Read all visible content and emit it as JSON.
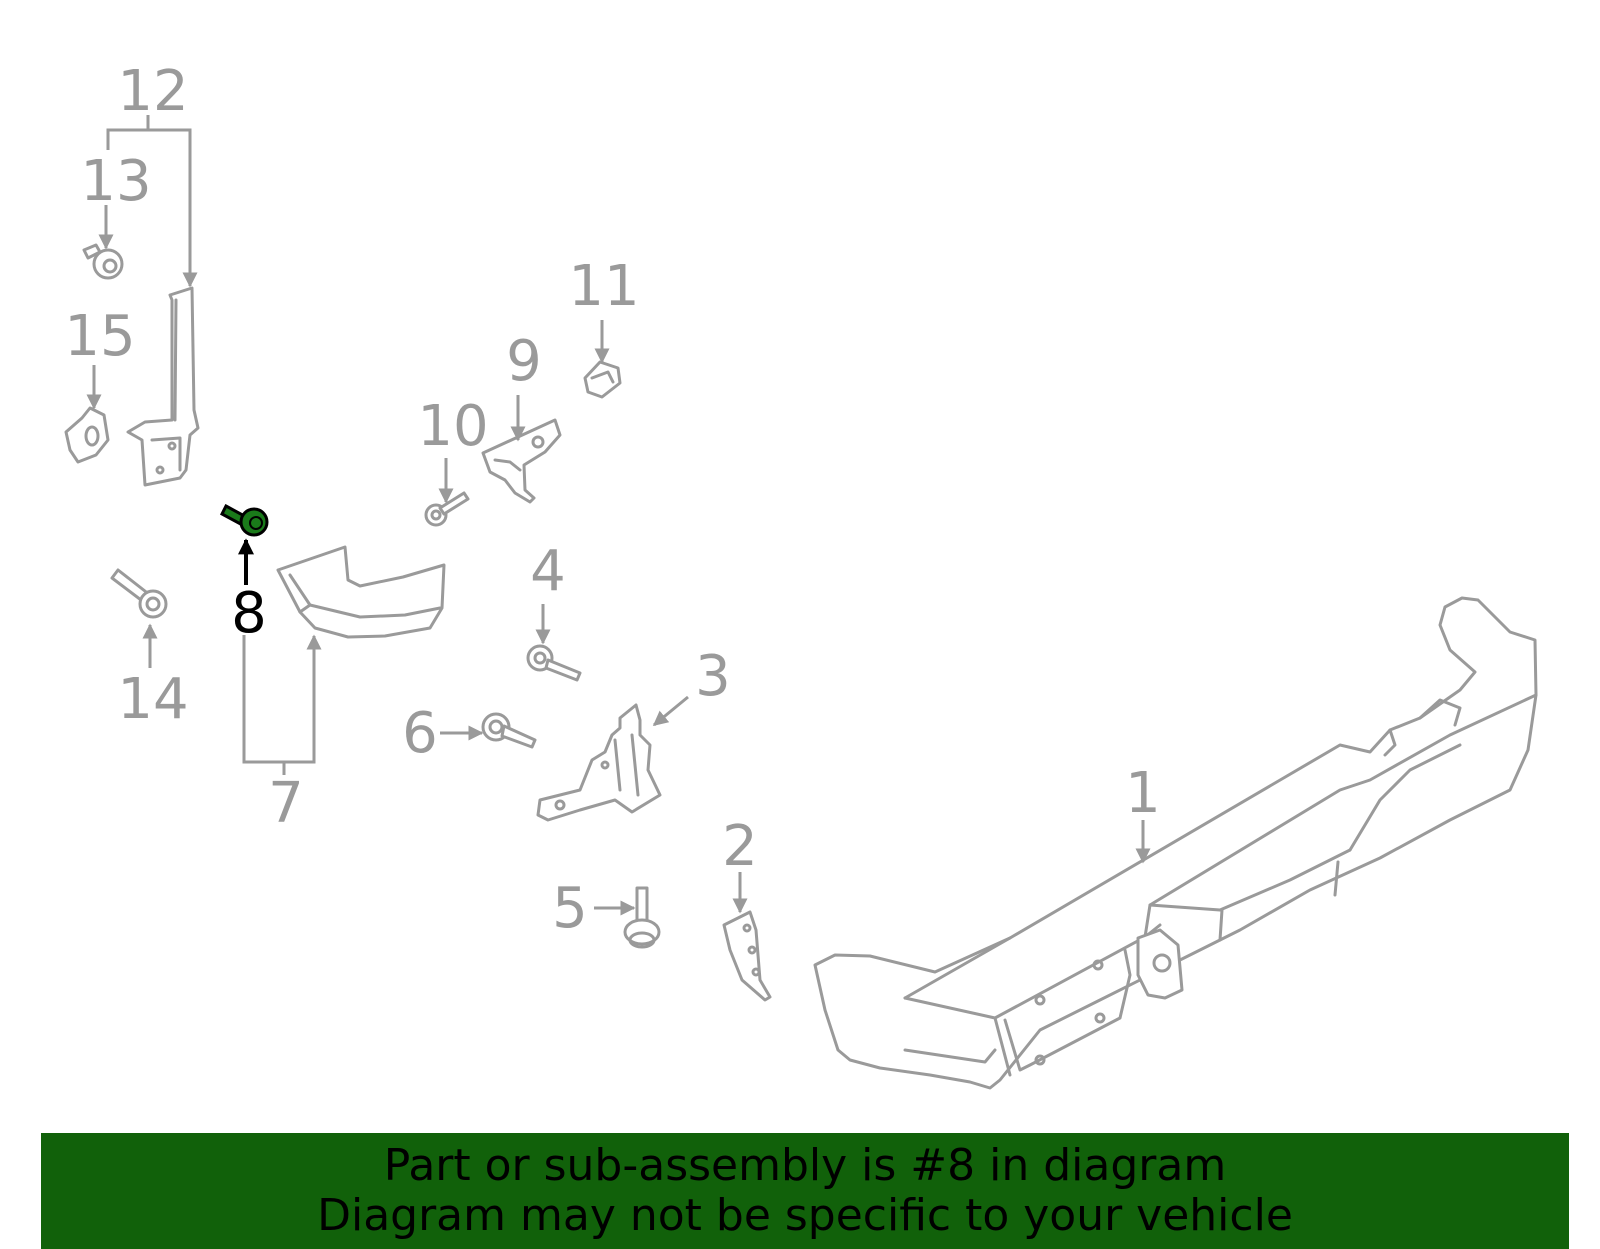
{
  "callouts": [
    "1",
    "2",
    "3",
    "4",
    "5",
    "6",
    "7",
    "8",
    "9",
    "10",
    "11",
    "12",
    "13",
    "14",
    "15"
  ],
  "highlighted_callout": "8",
  "colors": {
    "part_line": "#9a9a9a",
    "highlight_part": "#1a7a1a",
    "banner_background": "#11610a",
    "banner_text": "#000000"
  },
  "banner": {
    "line1": "Part or sub-assembly is #8 in diagram",
    "line2": "Diagram may not be specific to your vehicle"
  }
}
